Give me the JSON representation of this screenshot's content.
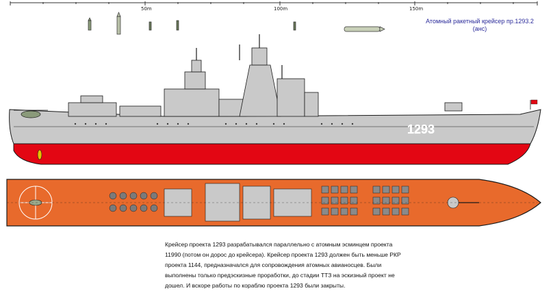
{
  "scale": {
    "m50": "50m",
    "m100": "100m",
    "m150": "150m"
  },
  "title": {
    "line1": "Атомный ракетный крейсер пр.1293.2",
    "line2": "(анс)"
  },
  "hull_number": "1293",
  "description": "Крейсер проекта 1293 разрабатывался параллельно с атомным эсминцем проекта 11990 (потом он дорос до крейсера). Крейсер проекта 1293 должен быть меньше РКР проекта 1144, предназначался для сопровождения атомных авианосцев. Были выполнены только предэскизные проработки, до стадии ТТЗ на эскизный проект не дошел. И вскоре работы по кораблю проекта 1293 были закрыты.",
  "colors": {
    "hull_grey": "#c9c9c9",
    "hull_red": "#e30613",
    "deck_orange": "#e86a2c",
    "outline": "#1a1a1a",
    "title_blue": "#2a2a9a"
  }
}
